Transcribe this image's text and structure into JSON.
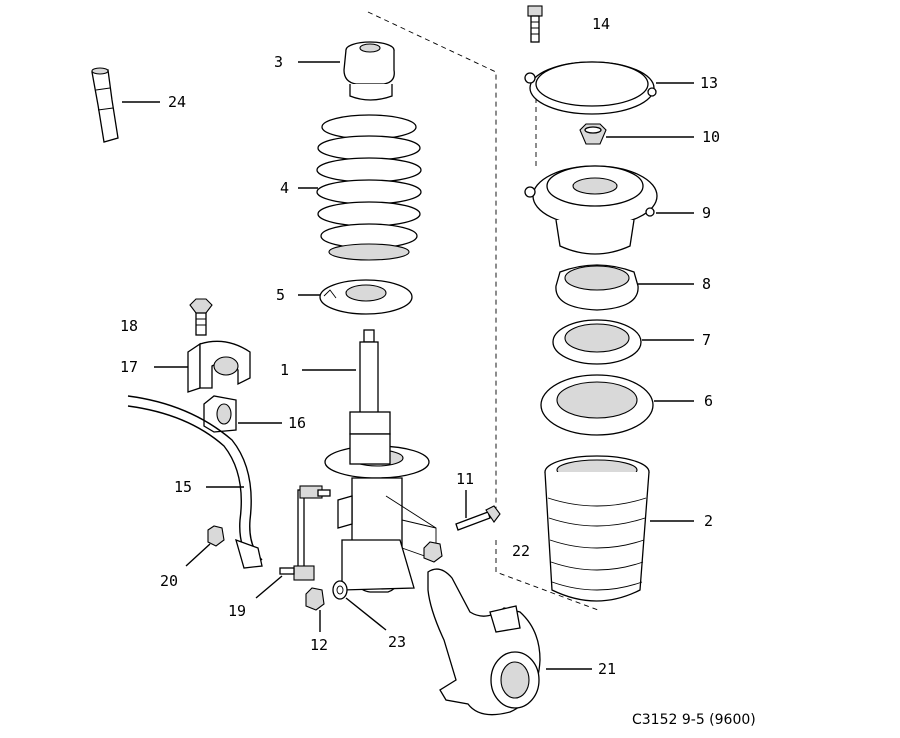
{
  "diagram": {
    "reference": "C3152 9-5 (9600)",
    "callouts": [
      "1",
      "2",
      "3",
      "4",
      "5",
      "6",
      "7",
      "8",
      "9",
      "10",
      "11",
      "12",
      "13",
      "14",
      "15",
      "16",
      "17",
      "18",
      "19",
      "20",
      "21",
      "22",
      "23",
      "24"
    ]
  }
}
